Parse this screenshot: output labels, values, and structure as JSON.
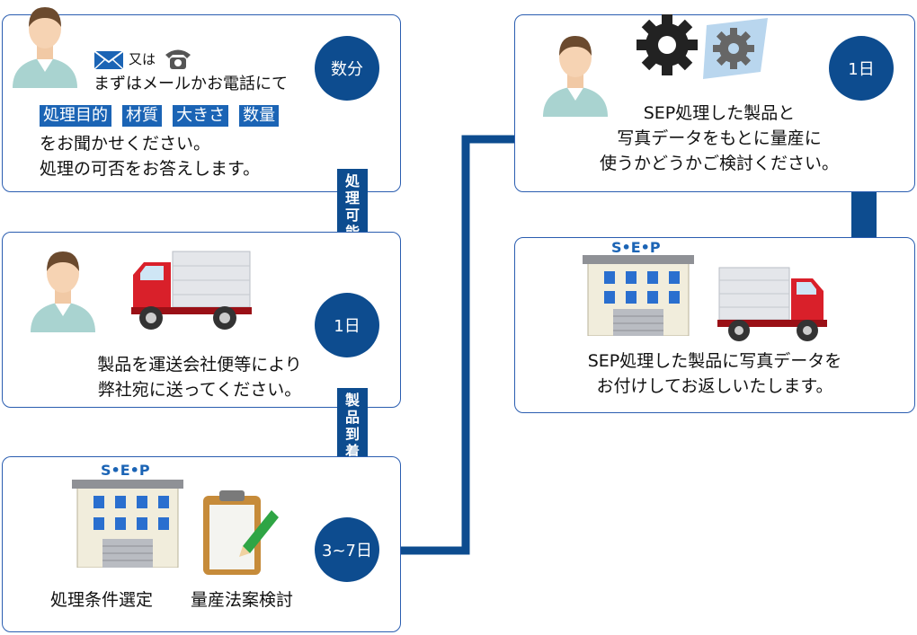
{
  "step1": {
    "badge": "数分",
    "or_label": "又は",
    "line1": "まずはメールかお電話にて",
    "tags": [
      "処理目的",
      "材質",
      "大きさ",
      "数量"
    ],
    "line2": "をお聞かせください。",
    "line3": "処理の可否をお答えします。"
  },
  "arrow1": {
    "chars": [
      "処",
      "理",
      "可",
      "能"
    ]
  },
  "step2": {
    "badge": "1日",
    "line1": "製品を運送会社便等により",
    "line2": "弊社宛に送ってください。"
  },
  "arrow2": {
    "chars": [
      "製",
      "品",
      "到",
      "着"
    ]
  },
  "step3": {
    "badge": "3~7日",
    "label_left": "処理条件選定",
    "label_right": "量産法案検討",
    "logo": "S•E•P"
  },
  "step4": {
    "badge": "1日",
    "line1": "SEP処理した製品と",
    "line2": "写真データをもとに量産に",
    "line3": "使うかどうかご検討ください。"
  },
  "step5": {
    "logo": "S•E•P",
    "line1": "SEP処理した製品に写真データを",
    "line2": "お付けしてお返しいたします。"
  },
  "colors": {
    "accent": "#0d4c8f",
    "tag": "#1b64b5",
    "border": "#2a5db0"
  }
}
